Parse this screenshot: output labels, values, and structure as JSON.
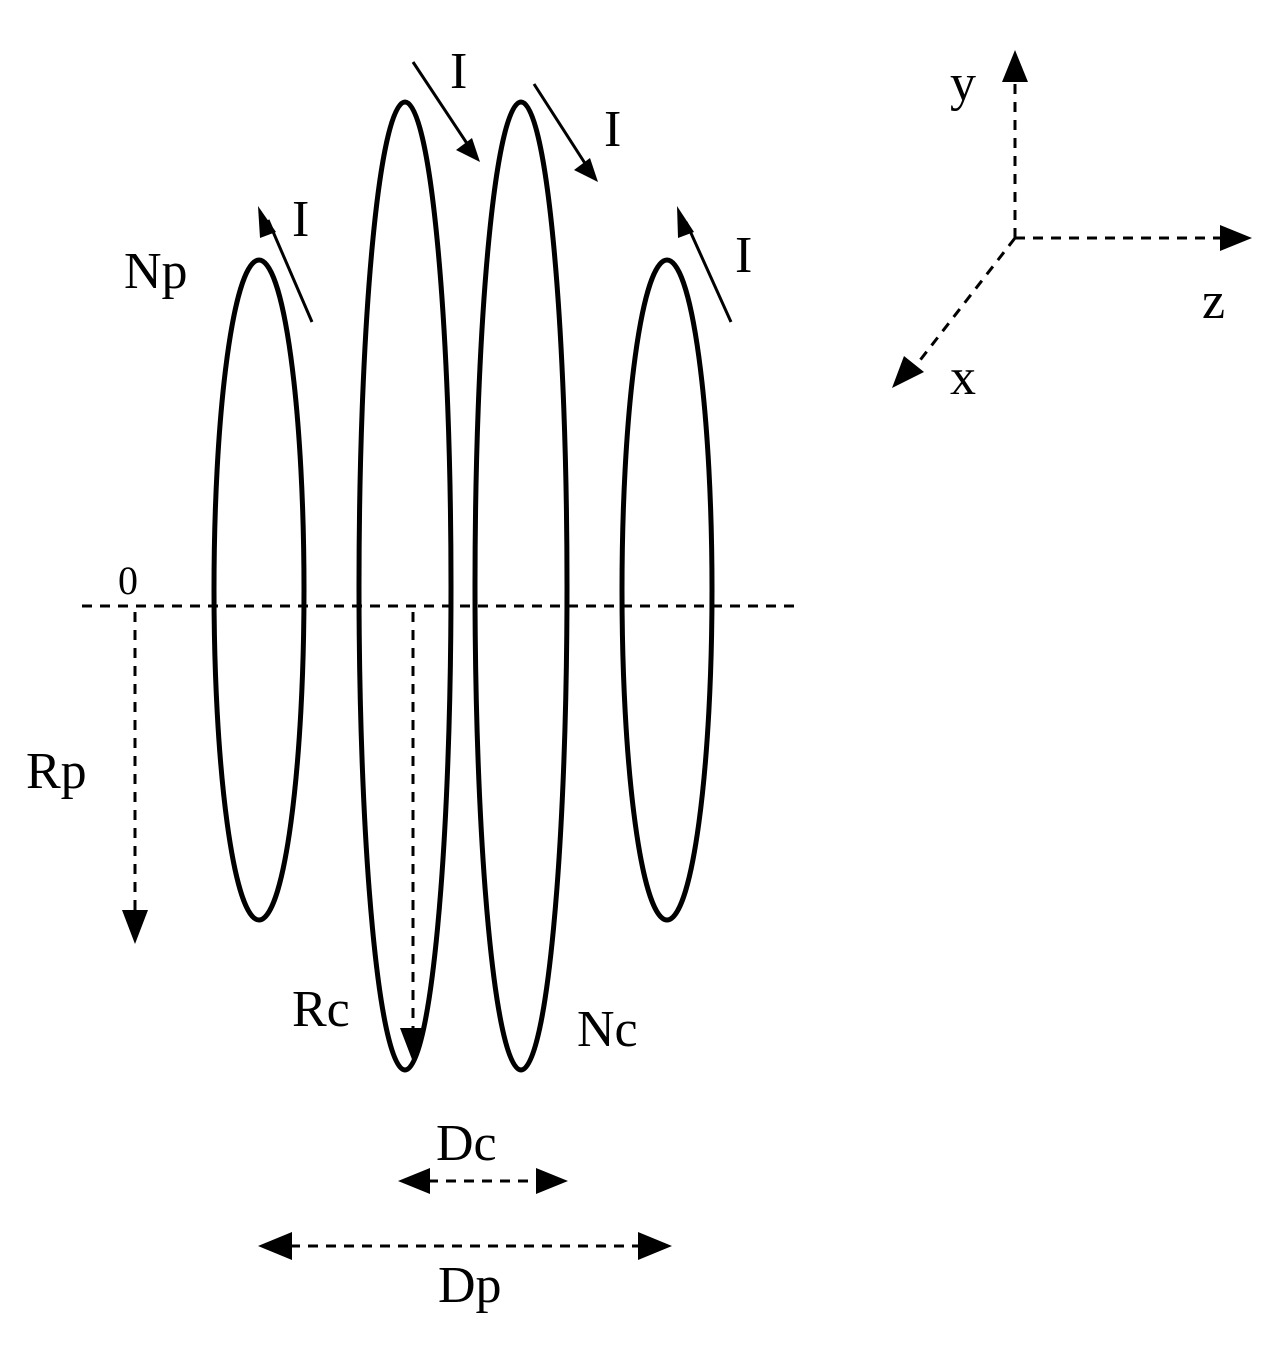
{
  "labels": {
    "current": "I",
    "primary_turns": "Np",
    "coil_turns": "Nc",
    "origin": "0",
    "primary_radius": "Rp",
    "coil_radius": "Rc",
    "coil_spacing": "Dc",
    "primary_spacing": "Dp"
  },
  "axes": {
    "x": "x",
    "y": "y",
    "z": "z"
  },
  "colors": {
    "stroke": "#000000",
    "background": "#ffffff"
  }
}
